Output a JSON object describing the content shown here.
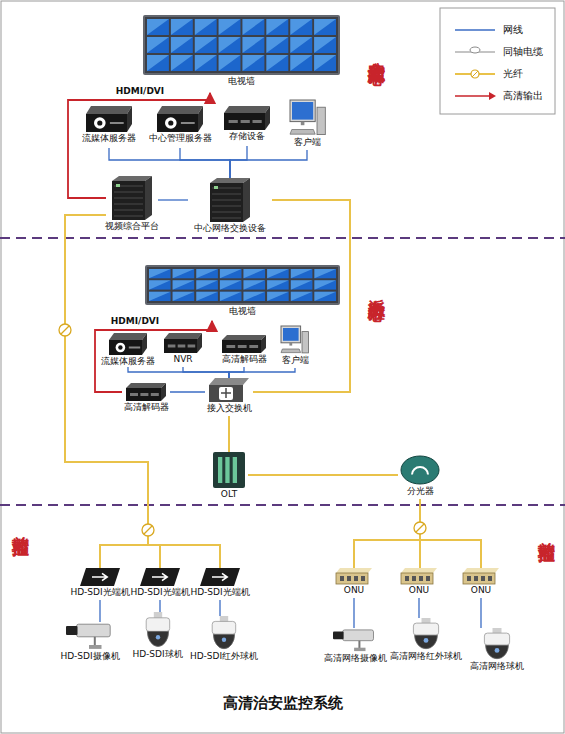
{
  "diagram": {
    "title": "高清治安监控系统",
    "nodes": [
      {
        "text": [
          "电视墙"
        ]
      },
      {
        "text": [
          "流媒体服务器"
        ]
      },
      {
        "text": [
          "中心管理服务器"
        ]
      },
      {
        "text": [
          "存储设备"
        ]
      },
      {
        "text": [
          "客户端"
        ]
      },
      {
        "text": [
          "视频综合平台"
        ]
      },
      {
        "text": [
          "中心网络交换设备"
        ]
      },
      {
        "text": [
          "电视墙"
        ]
      },
      {
        "text": [
          "流媒体服务器"
        ]
      },
      {
        "text": [
          "NVR"
        ]
      },
      {
        "text": [
          "高清解码器"
        ]
      },
      {
        "text": [
          "客户端"
        ]
      },
      {
        "text": [
          "高清解码器"
        ]
      },
      {
        "text": [
          "接入交换机"
        ]
      },
      {
        "text": [
          "OLT"
        ]
      },
      {
        "text": [
          "分光器"
        ]
      },
      {
        "text": [
          "HD-SDI光端机"
        ]
      },
      {
        "text": [
          "HD-SDI光端机"
        ]
      },
      {
        "text": [
          "HD-SDI光端机"
        ]
      },
      {
        "text": [
          "ONU"
        ]
      },
      {
        "text": [
          "ONU"
        ]
      },
      {
        "text": [
          "ONU"
        ]
      },
      {
        "text": [
          "HD-SDI摄像机"
        ]
      },
      {
        "text": [
          "HD-SDI球机"
        ]
      },
      {
        "text": [
          "HD-SDI红外球机"
        ]
      },
      {
        "text": [
          "高清网络摄像机"
        ]
      },
      {
        "text": [
          "高清网络红外球机"
        ]
      },
      {
        "text": [
          "高清网络球机"
        ]
      }
    ],
    "edges": [
      {
        "from": 5,
        "to": 0,
        "label": "HDMI/DVI",
        "arrow": "to"
      },
      {
        "from": 1,
        "to": 6,
        "arrow": "none"
      },
      {
        "from": 2,
        "to": 6,
        "arrow": "none"
      },
      {
        "from": 3,
        "to": 6,
        "arrow": "none"
      },
      {
        "from": 4,
        "to": 6,
        "arrow": "none"
      },
      {
        "from": 5,
        "to": 6,
        "arrow": "none"
      },
      {
        "from": 6,
        "to": 13,
        "arrow": "none"
      },
      {
        "from": 5,
        "to": 16,
        "arrow": "none"
      },
      {
        "from": 5,
        "to": 17,
        "arrow": "none"
      },
      {
        "from": 5,
        "to": 18,
        "arrow": "none"
      },
      {
        "from": 12,
        "to": 7,
        "label": "HDMI/DVI",
        "arrow": "to"
      },
      {
        "from": 8,
        "to": 13,
        "arrow": "none"
      },
      {
        "from": 9,
        "to": 13,
        "arrow": "none"
      },
      {
        "from": 10,
        "to": 13,
        "arrow": "none"
      },
      {
        "from": 11,
        "to": 13,
        "arrow": "none"
      },
      {
        "from": 12,
        "to": 13,
        "arrow": "none"
      },
      {
        "from": 13,
        "to": 14,
        "arrow": "none"
      },
      {
        "from": 14,
        "to": 15,
        "arrow": "none"
      },
      {
        "from": 15,
        "to": 19,
        "arrow": "none"
      },
      {
        "from": 15,
        "to": 20,
        "arrow": "none"
      },
      {
        "from": 15,
        "to": 21,
        "arrow": "none"
      },
      {
        "from": 16,
        "to": 22,
        "arrow": "none"
      },
      {
        "from": 17,
        "to": 23,
        "arrow": "none"
      },
      {
        "from": 18,
        "to": 24,
        "arrow": "none"
      },
      {
        "from": 19,
        "to": 25,
        "arrow": "none"
      },
      {
        "from": 20,
        "to": 26,
        "arrow": "none"
      },
      {
        "from": 21,
        "to": 27,
        "arrow": "none"
      }
    ],
    "labels": [
      "公安监控指挥中心",
      "派出所分控中心",
      "前端监控",
      "前端监控"
    ],
    "legend": [
      {
        "text": "网线"
      },
      {
        "text": "同轴电缆"
      },
      {
        "text": "光纤"
      },
      {
        "text": "高清输出"
      }
    ]
  }
}
